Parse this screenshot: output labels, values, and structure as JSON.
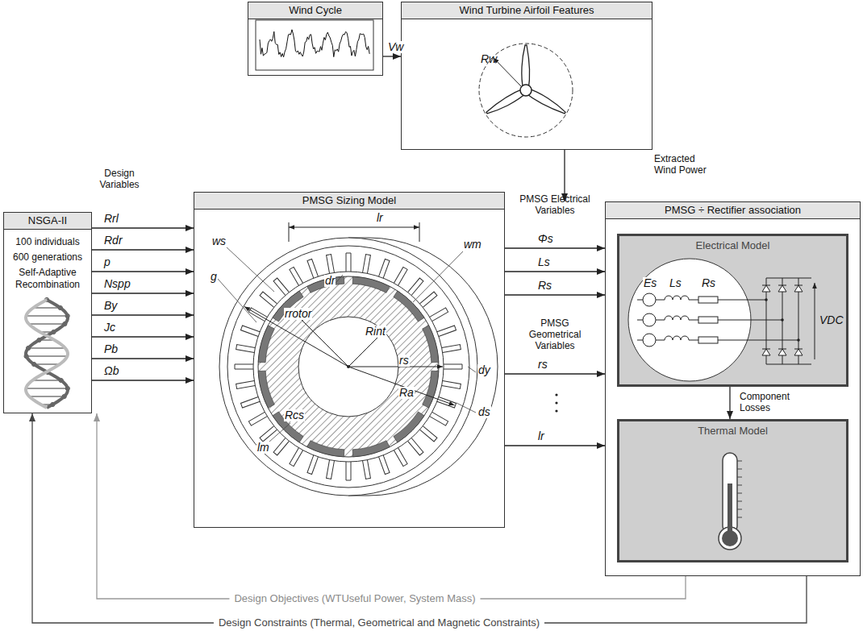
{
  "diagram": {
    "nodes": [
      {
        "text": [
          "Wind Cycle"
        ]
      },
      {
        "text": [
          "Wind Turbine Airfoil Features"
        ]
      },
      {
        "text": [
          "NSGA-II",
          "100 individuals",
          "600 generations",
          "Self-Adaptive Recombination"
        ]
      },
      {
        "text": [
          "PMSG Sizing Model"
        ]
      },
      {
        "text": [
          "PMSG ÷ Rectifier association"
        ]
      },
      {
        "text": [
          "Electrical Model"
        ],
        "in": 4
      },
      {
        "text": [
          "Thermal Model"
        ],
        "in": 4
      }
    ],
    "edges": [
      {
        "from": 0,
        "to": 1,
        "label": "Vw",
        "arrow": "to"
      },
      {
        "from": 1,
        "to": 4,
        "label": "Extracted Wind Power",
        "arrow": "to"
      },
      {
        "from": 2,
        "to": 3,
        "label": "Rrl",
        "arrow": "to"
      },
      {
        "from": 2,
        "to": 3,
        "label": "Rdr",
        "arrow": "to"
      },
      {
        "from": 2,
        "to": 3,
        "label": "p",
        "arrow": "to"
      },
      {
        "from": 2,
        "to": 3,
        "label": "Nspp",
        "arrow": "to"
      },
      {
        "from": 2,
        "to": 3,
        "label": "By",
        "arrow": "to"
      },
      {
        "from": 2,
        "to": 3,
        "label": "Jc",
        "arrow": "to"
      },
      {
        "from": 2,
        "to": 3,
        "label": "Pb",
        "arrow": "to"
      },
      {
        "from": 2,
        "to": 3,
        "label": "Ωb",
        "arrow": "to"
      },
      {
        "from": 3,
        "to": 4,
        "label": "Φs",
        "arrow": "to"
      },
      {
        "from": 3,
        "to": 4,
        "label": "Ls",
        "arrow": "to"
      },
      {
        "from": 3,
        "to": 4,
        "label": "Rs",
        "arrow": "to"
      },
      {
        "from": 3,
        "to": 4,
        "label": "rs",
        "arrow": "to"
      },
      {
        "from": 3,
        "to": 4,
        "label": "lr",
        "arrow": "to"
      },
      {
        "from": 5,
        "to": 6,
        "label": "Component Losses",
        "arrow": "to"
      },
      {
        "from": 4,
        "to": 2,
        "label": "Design Objectives (WTUseful Power, System Mass)",
        "arrow": "to"
      },
      {
        "from": 4,
        "to": 2,
        "label": "Design Constraints (Thermal, Geometrical and Magnetic Constraints)",
        "arrow": "to"
      }
    ],
    "labels": [
      "Design Variables",
      "PMSG Electrical Variables",
      "PMSG Geometrical Variables",
      "Rw",
      "lr",
      "ws",
      "wm",
      "g",
      "dr",
      "rrotor",
      "Rint",
      "rs",
      "Ra",
      "Rcs",
      "lm",
      "dy",
      "ds",
      "Es",
      "Ls",
      "Rs",
      "VDC"
    ]
  }
}
